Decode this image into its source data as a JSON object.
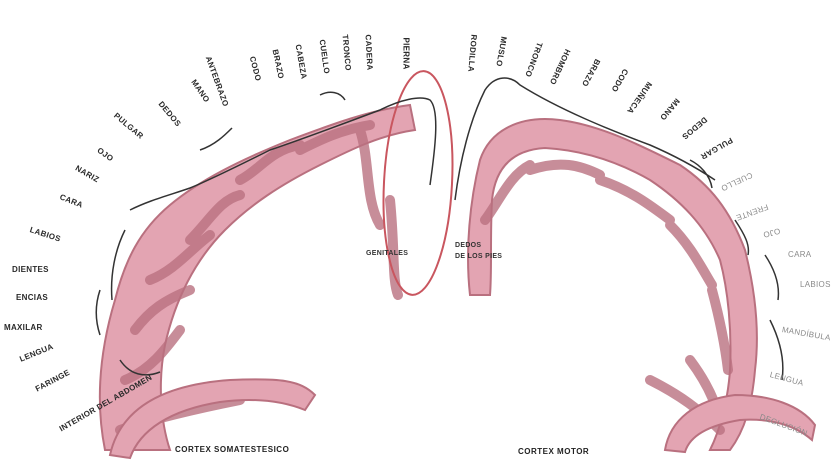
{
  "sensory_labels": [
    "INTERIOR DEL ABDOMEN",
    "FARINGE",
    "LENGUA",
    "MAXILAR",
    "ENCIAS",
    "DIENTES",
    "LABIOS",
    "CARA",
    "NARIZ",
    "OJO",
    "PULGAR",
    "DEDOS",
    "MANO",
    "ANTEBRAZO",
    "CODO",
    "BRAZO",
    "CABEZA",
    "CUELLO",
    "TRONCO",
    "CADERA",
    "PIERNA"
  ],
  "motor_labels": [
    "RODILLA",
    "MUSLO",
    "TRONCO",
    "HOMBRO",
    "BRAZO",
    "CODO",
    "MUÑECA",
    "MANO",
    "DEDOS",
    "PULGAR",
    "CUELLO",
    "FRENTE",
    "OJO",
    "CARA",
    "LABIOS",
    "MANDÍBULA",
    "LENGUA",
    "DEGLUCIÓN"
  ],
  "center_labels": {
    "genitales": "GENITALES",
    "pies_1": "DEDOS",
    "pies_2": "DE LOS PIES"
  },
  "captions": {
    "sensory": "CORTEX SOMATESTESICO",
    "motor": "CORTEX MOTOR"
  },
  "colors": {
    "cortex_fill": "#e3a4b2",
    "cortex_stroke": "#b9707f",
    "highlight": "#c9565f"
  }
}
